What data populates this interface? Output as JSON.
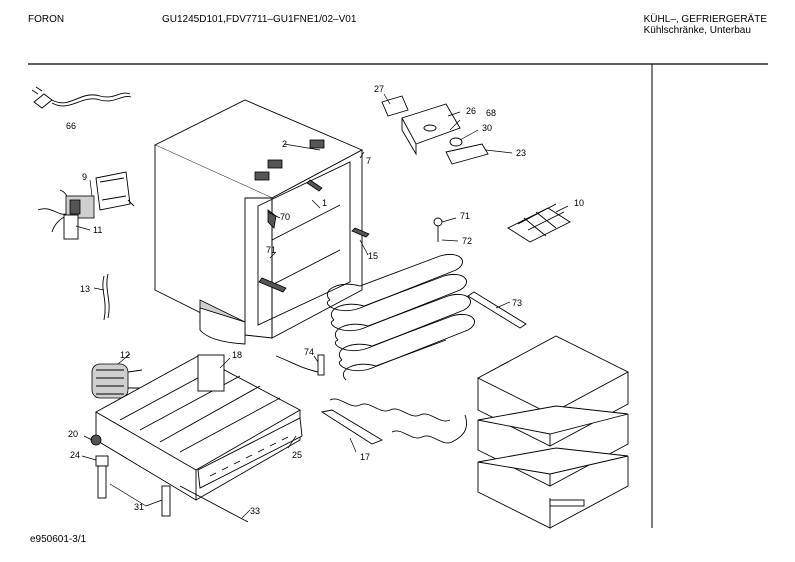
{
  "header": {
    "brand": "FORON",
    "model": "GU1245D101,FDV7711–GU1FNE1/02–V01",
    "category_line1": "KÜHL–, GEFRIERGERÄTE",
    "category_line2": "Kühlschränke, Unterbau"
  },
  "footer": {
    "code": "e950601-3/1"
  },
  "callouts": {
    "p66": "66",
    "p9": "9",
    "p11": "11",
    "p13": "13",
    "p12": "12",
    "p18": "18",
    "p20": "20",
    "p24": "24",
    "p31": "31",
    "p33": "33",
    "p25": "25",
    "p17": "17",
    "p74": "74",
    "p2": "2",
    "p7": "7",
    "p1": "1",
    "p70": "70",
    "p71a": "71",
    "p15": "15",
    "p27": "27",
    "p26": "26",
    "p68": "68",
    "p30": "30",
    "p23": "23",
    "p71b": "71",
    "p72": "72",
    "p10": "10",
    "p73": "73"
  }
}
